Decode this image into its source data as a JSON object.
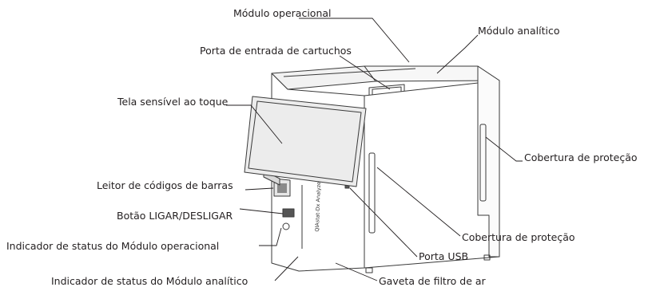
{
  "labels": {
    "modulo_operacional": "Módulo operacional",
    "modulo_analitico": "Módulo analítico",
    "porta_entrada_cartuchos": "Porta de entrada de cartuchos",
    "tela_sensivel": "Tela sensível ao toque",
    "cobertura_protecao_direita": "Cobertura de proteção",
    "leitor_codigos_barras": "Leitor de códigos de barras",
    "botao_ligar_desligar": "Botão LIGAR/DESLIGAR",
    "indicador_modulo_operacional": "Indicador de status do Módulo operacional",
    "cobertura_protecao_frente": "Cobertura de proteção",
    "porta_usb": "Porta USB",
    "indicador_modulo_analitico": "Indicador de status do Módulo analítico",
    "gaveta_filtro_ar": "Gaveta de filtro de ar"
  },
  "device_brand": "QIAstat-Dx Analyzer",
  "colors": {
    "line": "#231f20",
    "device": "#3a3a3a",
    "screen": "#ececec"
  }
}
